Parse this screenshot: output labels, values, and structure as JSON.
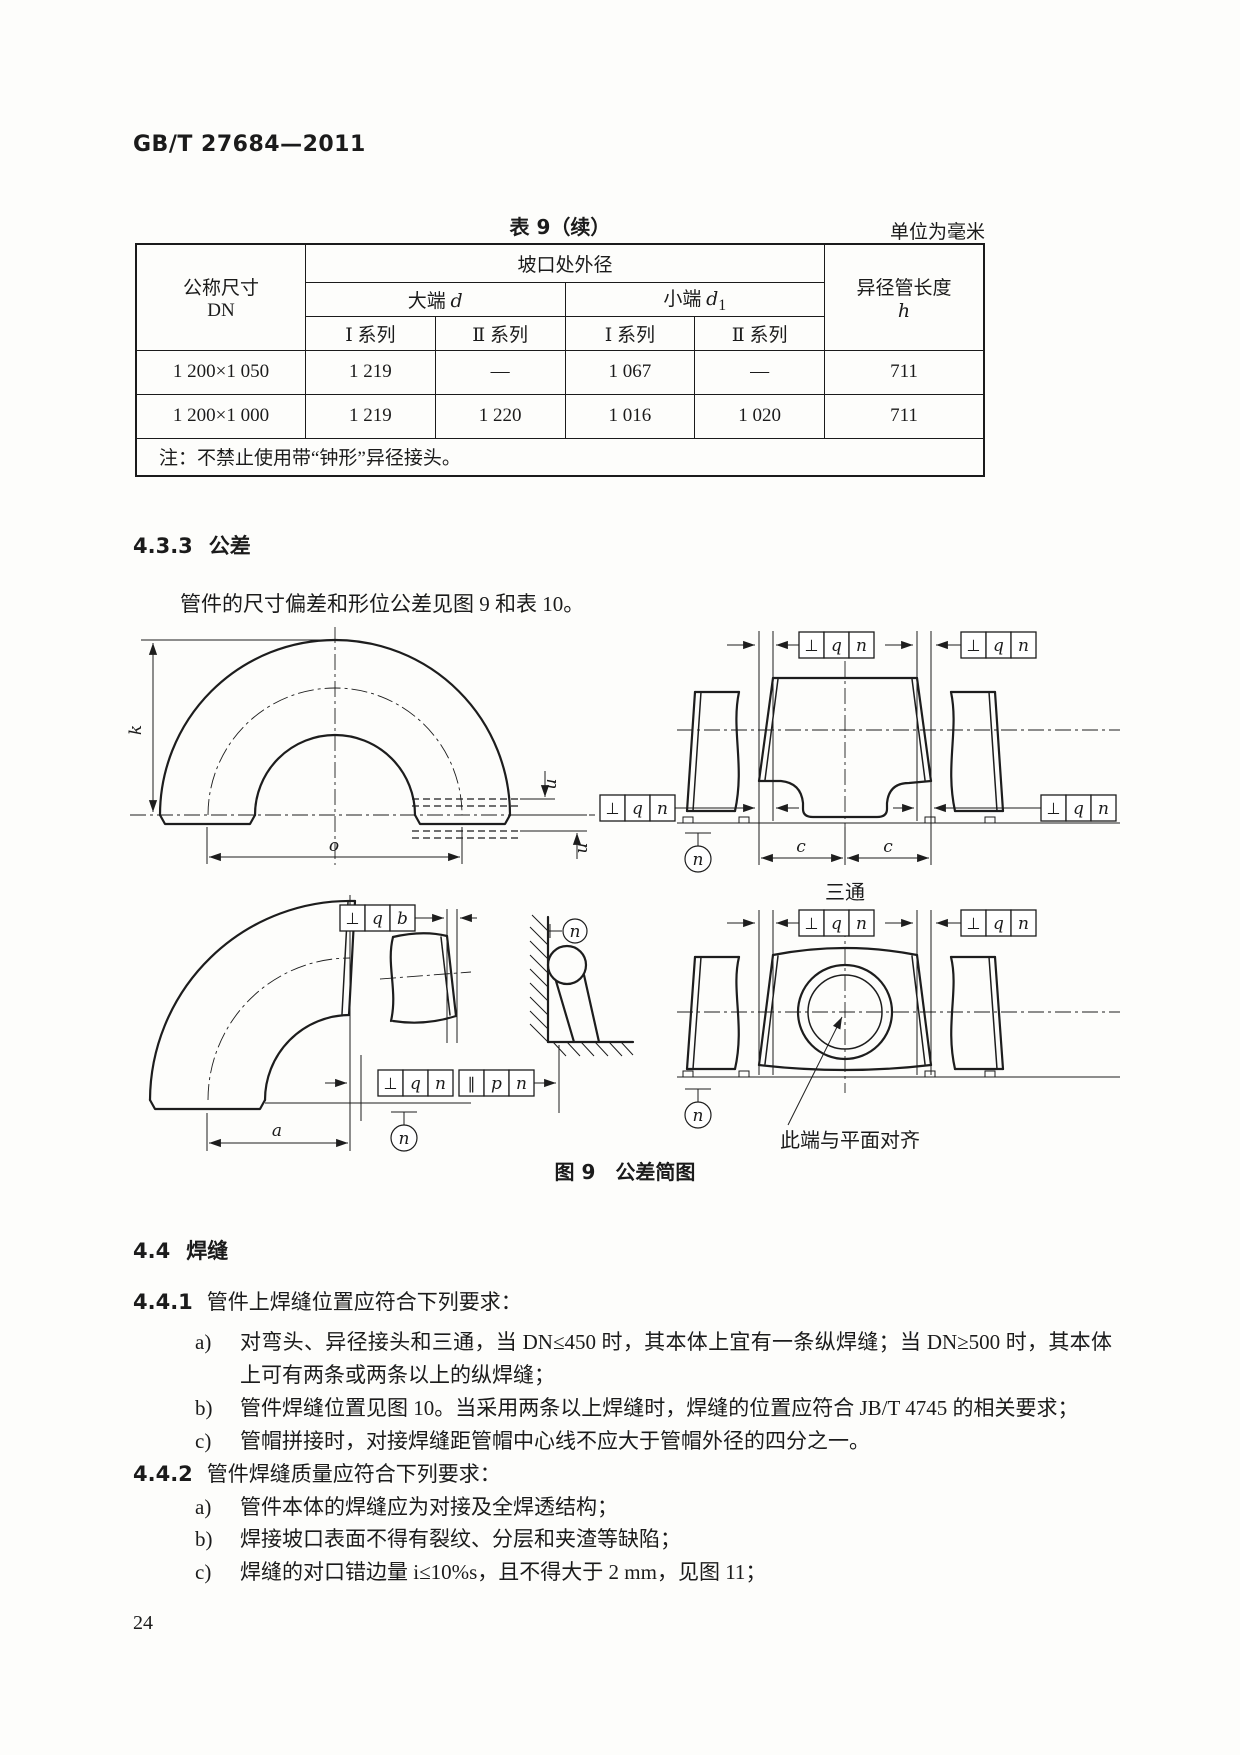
{
  "doc": {
    "standard_code": "GB/T 27684—2011",
    "page_number": "24"
  },
  "table": {
    "title": "表 9（续）",
    "unit_note": "单位为毫米",
    "headers": {
      "dn_line1": "公称尺寸",
      "dn_line2": "DN",
      "groove_od": "坡口处外径",
      "big_end_label": "大端 ",
      "big_end_var": "d",
      "small_end_label": "小端 ",
      "small_end_var": "d",
      "small_end_sub": "1",
      "series1": "Ⅰ 系列",
      "series2": "Ⅱ 系列",
      "length_line1": "异径管长度",
      "length_var": "h"
    },
    "rows": [
      {
        "dn": "1 200×1 050",
        "d1": "1 219",
        "d2": "—",
        "s1": "1 067",
        "s2": "—",
        "h": "711"
      },
      {
        "dn": "1 200×1 000",
        "d1": "1 219",
        "d2": "1 220",
        "s1": "1 016",
        "s2": "1 020",
        "h": "711"
      }
    ],
    "note": "注：不禁止使用带“钟形”异径接头。"
  },
  "sections": {
    "s433": {
      "num": "4.3.3",
      "title": "公差"
    },
    "s433_text": "管件的尺寸偏差和形位公差见图 9 和表 10。",
    "s44": {
      "num": "4.4",
      "title": "焊缝"
    },
    "s441": {
      "num": "4.4.1",
      "text": "管件上焊缝位置应符合下列要求："
    },
    "s441_items": [
      {
        "label": "a)",
        "text": "对弯头、异径接头和三通，当 DN≤450 时，其本体上宜有一条纵焊缝；当 DN≥500 时，其本体上可有两条或两条以上的纵焊缝；"
      },
      {
        "label": "b)",
        "text": "管件焊缝位置见图 10。当采用两条以上焊缝时，焊缝的位置应符合 JB/T 4745 的相关要求；"
      },
      {
        "label": "c)",
        "text": "管帽拼接时，对接焊缝距管帽中心线不应大于管帽外径的四分之一。"
      }
    ],
    "s442": {
      "num": "4.4.2",
      "text": "管件焊缝质量应符合下列要求："
    },
    "s442_items": [
      {
        "label": "a)",
        "text": "管件本体的焊缝应为对接及全焊透结构；"
      },
      {
        "label": "b)",
        "text": "焊接坡口表面不得有裂纹、分层和夹渣等缺陷；"
      },
      {
        "label": "c)",
        "text": "焊缝的对口错边量 i≤10%s，且不得大于 2 mm，见图 11；"
      }
    ]
  },
  "figure": {
    "caption": "图 9　公差简图",
    "tee_label": "三通",
    "align_note": "此端与平面对齐",
    "sym": {
      "perp": "⊥",
      "para": "∥",
      "q": "q",
      "n": "n",
      "b": "b",
      "p": "p"
    },
    "dims": {
      "k": "k",
      "o": "o",
      "u": "u",
      "c": "c",
      "a": "a"
    }
  }
}
